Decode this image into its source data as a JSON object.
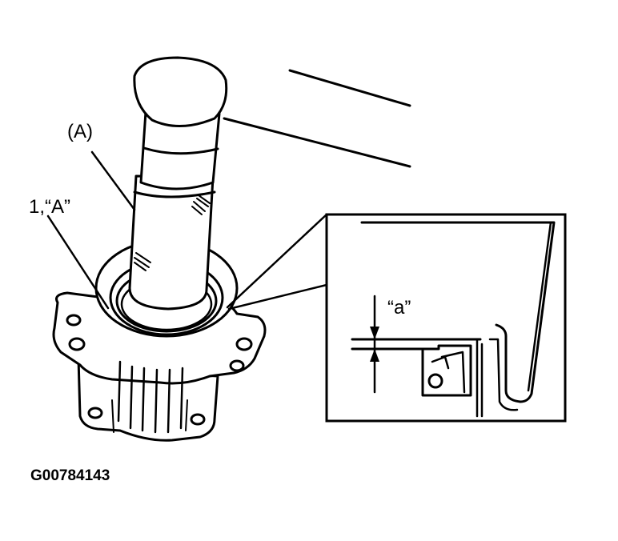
{
  "labels": {
    "tool": "(A)",
    "part": "1,“A”",
    "dimension": "“a”"
  },
  "figure_code": "G00784143",
  "colors": {
    "ink": "#000000",
    "paper": "#ffffff"
  }
}
